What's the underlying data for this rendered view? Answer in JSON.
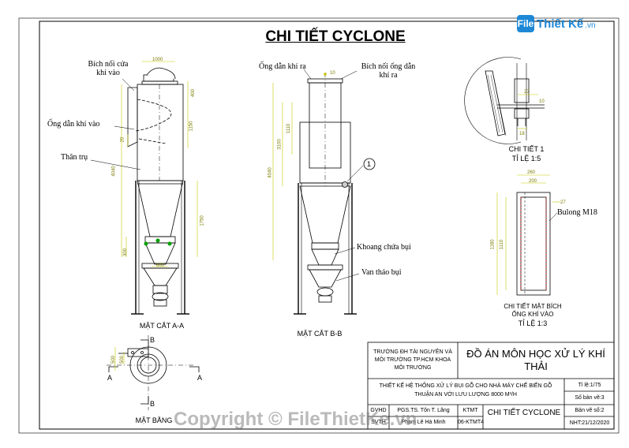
{
  "drawing": {
    "title": "CHI TIẾT CYCLONE",
    "logo": {
      "mark": "File",
      "text": "Thiết Kế",
      "ext": ".vn"
    },
    "watermark": "Copyright © FileThietKe.vn"
  },
  "section_a": {
    "labels": {
      "flange": "Bích nối cửa khí vào",
      "inlet_duct": "Ống dẫn khí vào",
      "body": "Thân trụ"
    },
    "dims": [
      "1000",
      "400",
      "1150",
      "4040",
      "1750",
      "300",
      "600",
      "20"
    ],
    "caption": "MẶT CẮT A-A"
  },
  "section_b": {
    "labels": {
      "outlet_duct": "Ống dẫn khí ra",
      "outlet_flange": "Bích nối ống dẫn khí ra",
      "dust_chamber": "Khoang chứa bụi",
      "valve": "Van tháo bụi"
    },
    "dims": [
      "10",
      "1110",
      "3100",
      "4040"
    ],
    "callout": "1",
    "caption": "MẶT CẮT B-B"
  },
  "plan": {
    "section_marks": [
      "B",
      "B",
      "A",
      "A"
    ],
    "dims": [
      "500",
      "500"
    ],
    "caption": "MẶT BẰNG"
  },
  "detail_1": {
    "dims": [
      "27",
      "10",
      "18"
    ],
    "caption": "CHI TIẾT 1",
    "scale": "TỈ LỆ 1:5"
  },
  "flange_detail": {
    "dims": [
      "260",
      "200",
      "27",
      "1160",
      "1110"
    ],
    "bolt_label": "Bulong M18",
    "caption": "CHI TIẾT MẶT BÍCH ỐNG KHÍ VÀO",
    "scale": "TỈ LỆ 1:3"
  },
  "title_block": {
    "school": "TRƯỜNG ĐH TÀI NGUYÊN VÀ MÔI TRƯỜNG TP.HCM KHOA MÔI TRƯỜNG",
    "project": "ĐỒ ÁN MÔN HỌC XỬ LÝ KHÍ THẢI",
    "topic": "THIẾT KẾ HỆ THỐNG XỬ LÝ BỤI GỖ CHO NHÀ MÁY CHẾ BIẾN GỖ THUẬN AN VỚI LƯU LƯỢNG 8000 M³/H",
    "scale": "Tỉ lệ:1/75",
    "sheet_count": "Số bản vẽ:3",
    "sheet_no": "Bản vẽ số:2",
    "date": "NHT:21/12/2020",
    "rows": [
      {
        "role": "GVHD",
        "name": "PGS.TS. Tôn T. Lãng",
        "unit": "KTMT"
      },
      {
        "role": "SVTH",
        "name": "Phạm Lê Hà Minh",
        "unit": "06-KTMT4"
      }
    ],
    "drawing_name": "CHI TIẾT CYCLONE"
  }
}
